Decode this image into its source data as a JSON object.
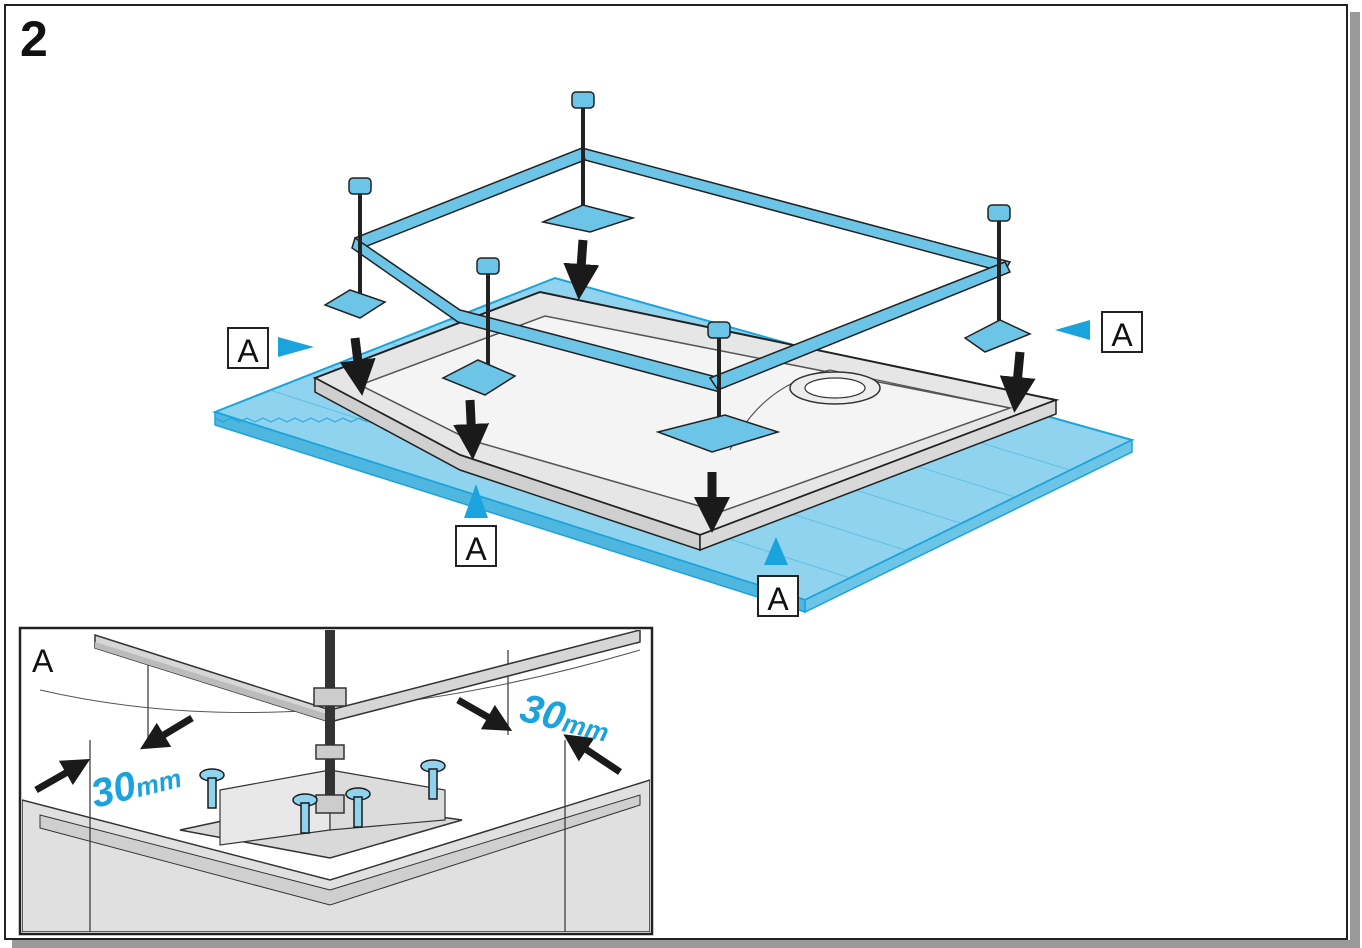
{
  "step_number": "2",
  "callout_label": "A",
  "detail": {
    "title": "A",
    "dim_left": "30",
    "dim_left_unit": "mm",
    "dim_right": "30",
    "dim_right_unit": "mm"
  },
  "colors": {
    "frame_blue": "#6cc5e6",
    "accent_cyan": "#1aa3dc",
    "panel_blue": "#8fd3ef",
    "tray_grey": "#e3e3e3",
    "arrow_black": "#1a1a1a"
  }
}
